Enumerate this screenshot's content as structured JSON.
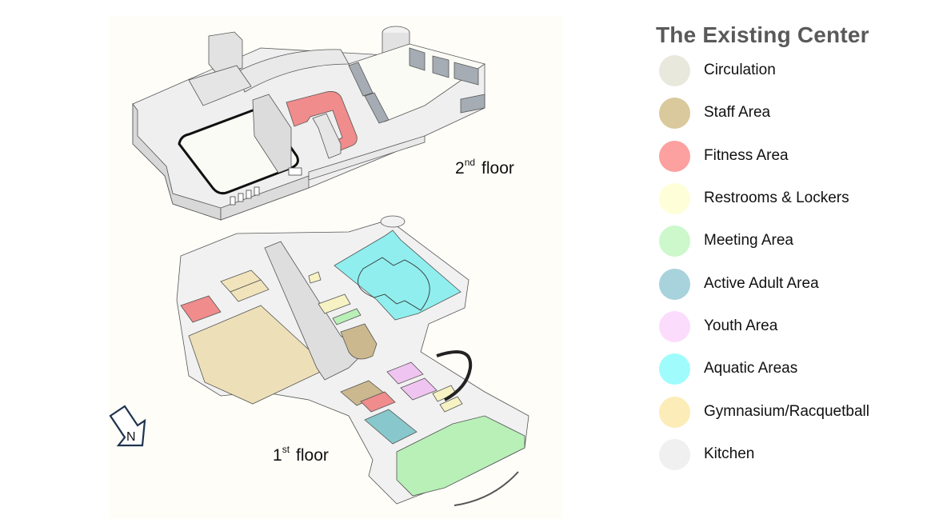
{
  "plan": {
    "floors": [
      {
        "id": "2nd",
        "number": "2",
        "suffix": "nd",
        "word": "floor"
      },
      {
        "id": "1st",
        "number": "1",
        "suffix": "st",
        "word": "floor"
      }
    ],
    "north_arrow": {
      "letter": "N",
      "direction": "south-east"
    }
  },
  "legend": {
    "title": "The Existing Center",
    "items": [
      {
        "label": "Circulation",
        "color": "#e8e8dc"
      },
      {
        "label": "Staff Area",
        "color": "#d9c99c"
      },
      {
        "label": "Fitness Area",
        "color": "#fca0a0"
      },
      {
        "label": "Restrooms & Lockers",
        "color": "#fefed8"
      },
      {
        "label": "Meeting Area",
        "color": "#ccf8cc"
      },
      {
        "label": "Active Adult Area",
        "color": "#a8d2dc"
      },
      {
        "label": "Youth Area",
        "color": "#fcdcfc"
      },
      {
        "label": "Aquatic Areas",
        "color": "#a0fcfc"
      },
      {
        "label": "Gymnasium/Racquetball",
        "color": "#fcecb8"
      },
      {
        "label": "Kitchen",
        "color": "#f0f0f0"
      }
    ]
  },
  "zones": {
    "fitness": "#f08c8c",
    "aquatic": "#90eeee",
    "gym": "#ede0b8",
    "staff": "#cbb88e",
    "meeting": "#b8f0b8",
    "active_adult": "#88c8cc",
    "youth": "#f0c4f0",
    "restroom": "#f6f2c4",
    "wall": "#e6e6e6",
    "floor": "#f4f4f4"
  }
}
